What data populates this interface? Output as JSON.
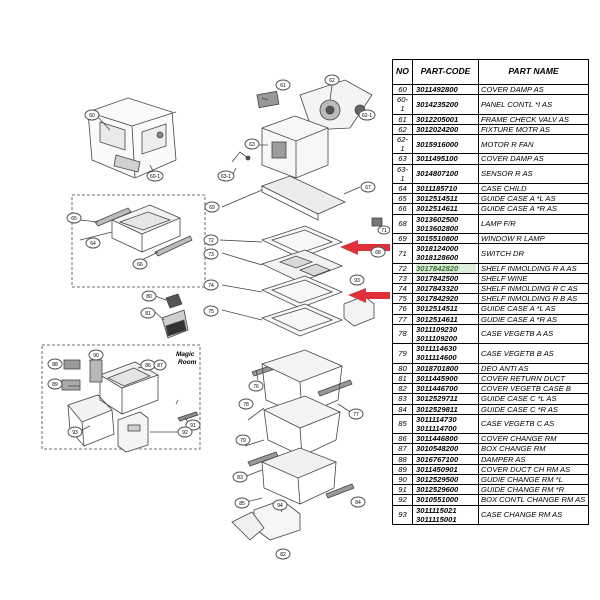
{
  "callouts": {
    "c60": "60",
    "c60_1": "60-1",
    "c61": "61",
    "c62": "62",
    "c62_1": "62-1",
    "c63": "63",
    "c63_1": "63-1",
    "c64": "64",
    "c65": "65",
    "c66": "66",
    "c67": "67",
    "c68": "68",
    "c69": "69",
    "c71": "71",
    "c72": "72",
    "c73": "73",
    "c74": "74",
    "c75": "75",
    "c76": "76",
    "c77": "77",
    "c78": "78",
    "c79": "79",
    "c80": "80",
    "c81": "81",
    "c82": "82",
    "c83": "83",
    "c84": "84",
    "c85": "85",
    "c86": "86",
    "c87": "87",
    "c88": "88",
    "c89": "89",
    "c90": "90",
    "c91": "91",
    "c92": "92",
    "c93": "93",
    "c93b": "93",
    "c94": "94"
  },
  "magic_room_label": [
    "Magic",
    "Room"
  ],
  "arrow_color": "#e0313b",
  "highlight_color": "#dfeedb",
  "table": {
    "headers": [
      "NO",
      "PART-CODE",
      "PART NAME"
    ],
    "rows": [
      {
        "no": "60",
        "codes": [
          "3011492800"
        ],
        "name": "COVER DAMP AS"
      },
      {
        "no": "60-1",
        "codes": [
          "3014235200"
        ],
        "name": "PANEL CONTL *I AS"
      },
      {
        "no": "61",
        "codes": [
          "3012205001"
        ],
        "name": "FRAME CHECK VALV AS"
      },
      {
        "no": "62",
        "codes": [
          "3012024200"
        ],
        "name": "FIXTURE MOTR AS"
      },
      {
        "no": "62-1",
        "codes": [
          "3015916000"
        ],
        "name": "MOTOR R FAN"
      },
      {
        "no": "63",
        "codes": [
          "3011495100"
        ],
        "name": "COVER DAMP AS"
      },
      {
        "no": "63-1",
        "codes": [
          "3014807100"
        ],
        "name": "SENSOR R AS"
      },
      {
        "no": "64",
        "codes": [
          "3011185710"
        ],
        "name": "CASE CHILD"
      },
      {
        "no": "65",
        "codes": [
          "3012514511"
        ],
        "name": "GUIDE CASE A *L AS"
      },
      {
        "no": "66",
        "codes": [
          "3012514611"
        ],
        "name": "GUIDE CASE A *R AS"
      },
      {
        "no": "68",
        "codes": [
          "3013602500",
          "3013602800"
        ],
        "name": "LAMP F/R"
      },
      {
        "no": "69",
        "codes": [
          "3015510800"
        ],
        "name": "WINDOW R LAMP"
      },
      {
        "no": "71",
        "codes": [
          "3018124000",
          "3018128600"
        ],
        "name": "SWITCH DR"
      },
      {
        "no": "72",
        "codes": [
          "3017842820"
        ],
        "name": "SHELF INMOLDING R A AS",
        "highlight": true
      },
      {
        "no": "73",
        "codes": [
          "3017842500"
        ],
        "name": "SHELF WINE"
      },
      {
        "no": "74",
        "codes": [
          "3017843320"
        ],
        "name": "SHELF INMOLDING R C AS"
      },
      {
        "no": "75",
        "codes": [
          "3017842920"
        ],
        "name": "SHELF INMOLDING R B AS"
      },
      {
        "no": "76",
        "codes": [
          "3012514511"
        ],
        "name": "GUIDE CASE A *L AS"
      },
      {
        "no": "77",
        "codes": [
          "3012514611"
        ],
        "name": "GUDIE CASE A *R AS"
      },
      {
        "no": "78",
        "codes": [
          "3011109230",
          "3011109200"
        ],
        "name": "CASE VEGETB A AS"
      },
      {
        "no": "79",
        "codes": [
          "3011114630",
          "3011114600"
        ],
        "name": "CASE VEGETB B AS"
      },
      {
        "no": "80",
        "codes": [
          "3018701800"
        ],
        "name": "DEO ANTI AS"
      },
      {
        "no": "81",
        "codes": [
          "3011445900"
        ],
        "name": "COVER RETURN DUCT"
      },
      {
        "no": "82",
        "codes": [
          "3011446700"
        ],
        "name": "COVER VEGETB CASE B"
      },
      {
        "no": "83",
        "codes": [
          "3012529711"
        ],
        "name": "GUIDE CASE C *L AS"
      },
      {
        "no": "84",
        "codes": [
          "3012529811"
        ],
        "name": "GUIDE CASE C *R AS"
      },
      {
        "no": "85",
        "codes": [
          "3011114730",
          "3011114700"
        ],
        "name": "CASE VEGETB C AS"
      },
      {
        "no": "86",
        "codes": [
          "3011446800"
        ],
        "name": "COVER CHANGE RM"
      },
      {
        "no": "87",
        "codes": [
          "3010548200"
        ],
        "name": "BOX CHANGE RM"
      },
      {
        "no": "88",
        "codes": [
          "3016767100"
        ],
        "name": "DAMPER AS"
      },
      {
        "no": "89",
        "codes": [
          "3011450901"
        ],
        "name": "COVER DUCT CH RM AS"
      },
      {
        "no": "90",
        "codes": [
          "3012529500"
        ],
        "name": "GUDIE CHANGE RM *L"
      },
      {
        "no": "91",
        "codes": [
          "3012529600"
        ],
        "name": "GUIDE CHANGE RM *R"
      },
      {
        "no": "92",
        "codes": [
          "3010551000"
        ],
        "name": "BOX CONTL CHANGE RM AS"
      },
      {
        "no": "93",
        "codes": [
          "3011115021",
          "3011115001"
        ],
        "name": "CASE CHANGE RM AS"
      }
    ]
  }
}
